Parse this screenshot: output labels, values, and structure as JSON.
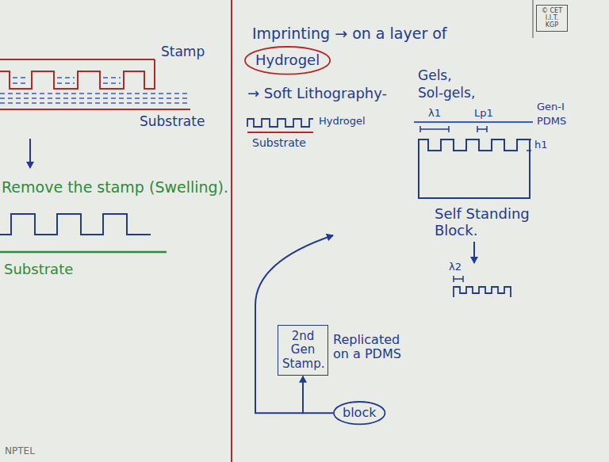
{
  "diagram": {
    "nodes": [
      {
        "text": [
          "© CET I.I.T. KGP"
        ]
      },
      {
        "text": [
          "Hydrogel"
        ]
      },
      {
        "text": [
          "2nd Gen Stamp."
        ]
      },
      {
        "text": [
          "block"
        ]
      }
    ],
    "edges": [
      {
        "from": 3,
        "to": 2,
        "arrow": "to"
      }
    ],
    "labels": [
      "Stamp",
      "Substrate",
      "Remove the stamp (Swelling).",
      "Substrate",
      "Imprinting → on a layer of",
      "→ Soft Lithography-",
      "Gels,",
      "Sol-gels,",
      "Gen-I",
      "PDMS",
      "λ1",
      "Lp1",
      "h1",
      "Hydrogel",
      "Substrate",
      "Self Standing Block.",
      "λ2",
      "Replicated on a PDMS",
      "NPTEL"
    ]
  }
}
